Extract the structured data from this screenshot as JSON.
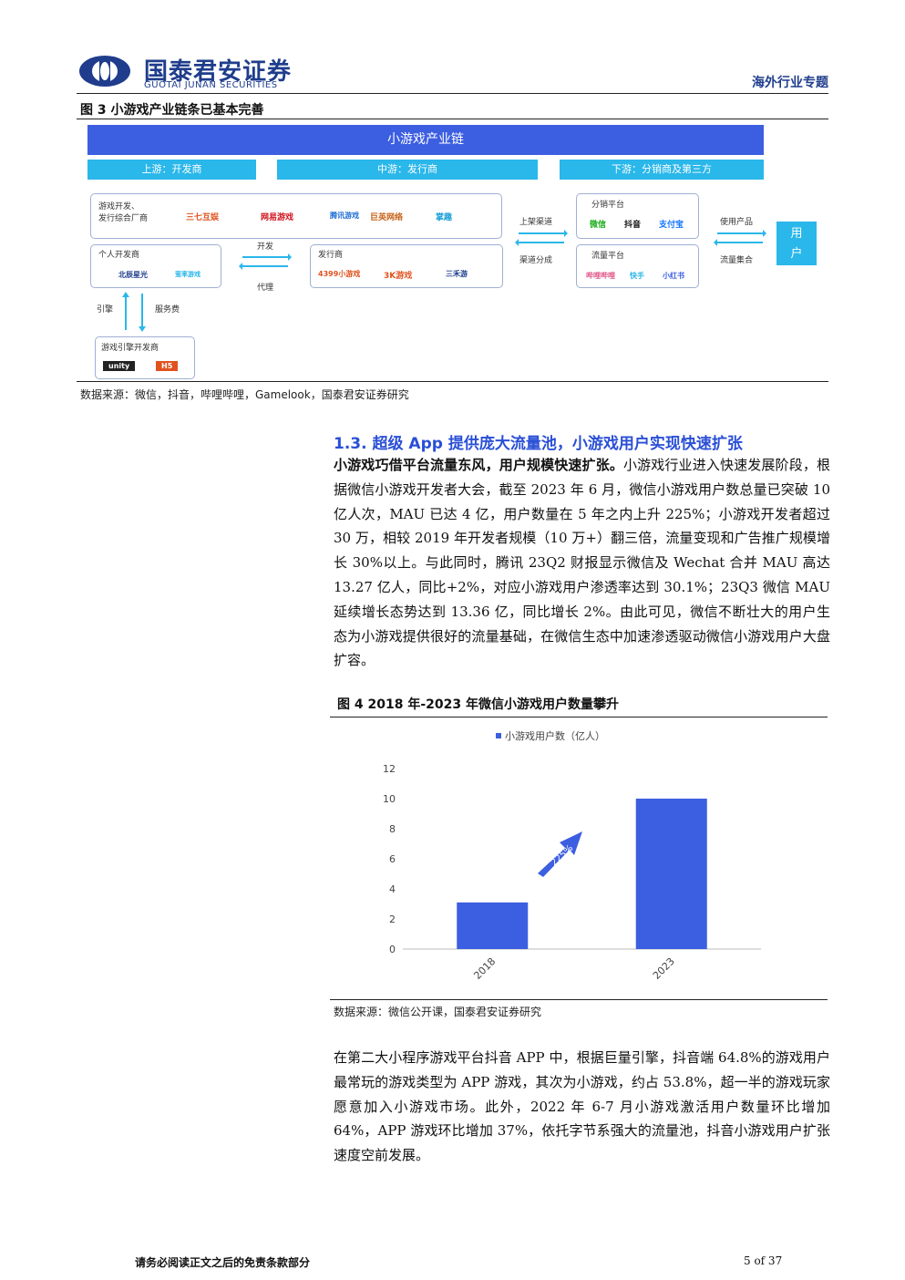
{
  "header": {
    "logo_cn": "国泰君安证券",
    "logo_en": "GUOTAI JUNAN SECURITIES",
    "tag": "海外行业专题"
  },
  "figure3": {
    "title": "图 3 小游戏产业链条已基本完善",
    "chain_title": "小游戏产业链",
    "tiers": [
      "上游：开发商",
      "中游：发行商",
      "下游：分销商及第三方"
    ],
    "boxes": {
      "game_dev": {
        "label_1": "游戏开发、",
        "label_2": "发行综合厂商",
        "logos": [
          "三七互娱",
          "网易游戏",
          "腾讯游戏",
          "巨英网络",
          "掌趣"
        ]
      },
      "indie_dev": {
        "label": "个人开发商",
        "logos": [
          "北辰星光",
          "萤率游戏"
        ]
      },
      "publisher": {
        "label": "发行商",
        "logos": [
          "4399小游戏",
          "3K游戏",
          "三禾游"
        ]
      },
      "engine": {
        "label": "游戏引擎开发商",
        "logos": [
          "unity",
          "H5"
        ]
      },
      "distribution": {
        "label": "分销平台",
        "logos": [
          "微信",
          "抖音",
          "支付宝"
        ]
      },
      "traffic": {
        "label": "流量平台",
        "logos": [
          "哔哩哔哩",
          "快手",
          "小红书"
        ]
      }
    },
    "arrows": {
      "develop": "开发",
      "agent": "代理",
      "attract": "引擎",
      "service_fee": "服务费",
      "listing": "上架渠道",
      "channel_split": "渠道分成",
      "use_product": "使用产品",
      "traffic_gather": "流量集合"
    },
    "user": "用户",
    "source": "数据来源：微信，抖音，哔哩哔哩，Gamelook，国泰君安证券研究"
  },
  "section": {
    "title": "1.3.  超级 App 提供庞大流量池，小游戏用户实现快速扩张",
    "para1_lead": "小游戏巧借平台流量东风，用户规模快速扩张。",
    "para1_rest": "小游戏行业进入快速发展阶段，根据微信小游戏开发者大会，截至 2023 年 6 月，微信小游戏用户数总量已突破 10 亿人次，MAU 已达 4 亿，用户数量在 5 年之内上升 225%；小游戏开发者超过 30 万，相较 2019 年开发者规模（10 万+）翻三倍，流量变现和广告推广规模增长 30%以上。与此同时，腾讯 23Q2 财报显示微信及 Wechat 合并 MAU 高达 13.27 亿人，同比+2%，对应小游戏用户渗透率达到 30.1%；23Q3 微信 MAU 延续增长态势达到 13.36 亿，同比增长 2%。由此可见，微信不断壮大的用户生态为小游戏提供很好的流量基础，在微信生态中加速渗透驱动微信小游戏用户大盘扩容。",
    "para2": "在第二大小程序游戏平台抖音 APP 中，根据巨量引擎，抖音端 64.8%的游戏用户最常玩的游戏类型为 APP 游戏，其次为小游戏，约占 53.8%，超一半的游戏玩家愿意加入小游戏市场。此外，2022 年 6-7 月小游戏激活用户数量环比增加 64%，APP 游戏环比增加 37%，依托字节系强大的流量池，抖音小游戏用户扩张速度空前发展。"
  },
  "figure4": {
    "title": "图 4 2018 年-2023 年微信小游戏用户数量攀升",
    "source": "数据来源：微信公开课，国泰君安证券研究"
  },
  "chart_data": {
    "type": "bar",
    "categories": [
      "2018",
      "2023"
    ],
    "series": [
      {
        "name": "小游戏用户数（亿人）",
        "values": [
          3.1,
          10
        ]
      }
    ],
    "ylim": [
      0,
      12
    ],
    "yticks": [
      "0",
      "2",
      "4",
      "6",
      "8",
      "10",
      "12"
    ],
    "annotation": "225%",
    "legend": "top",
    "grid": false,
    "bar_color": "#3c5ee0"
  },
  "footer": {
    "note": "请务必阅读正文之后的免责条款部分",
    "page": "5 of 37"
  }
}
